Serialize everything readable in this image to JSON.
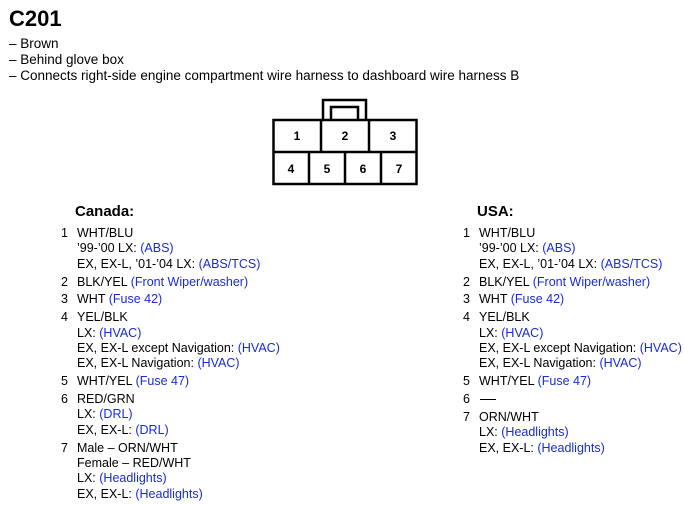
{
  "title": "C201",
  "description": [
    "– Brown",
    "– Behind glove box",
    "– Connects right-side engine compartment wire harness to dashboard wire harness B"
  ],
  "connector": {
    "top_row": [
      "1",
      "2",
      "3"
    ],
    "bottom_row": [
      "4",
      "5",
      "6",
      "7"
    ]
  },
  "columns": [
    {
      "heading": "Canada:",
      "entries": [
        {
          "pin": "1",
          "lines": [
            {
              "text": "WHT/BLU",
              "link": ""
            },
            {
              "text": "’99-’00 LX: ",
              "link": "(ABS)"
            },
            {
              "text": "EX, EX-L, ’01-’04 LX: ",
              "link": "(ABS/TCS)"
            }
          ]
        },
        {
          "pin": "2",
          "lines": [
            {
              "text": "BLK/YEL ",
              "link": "(Front Wiper/washer)"
            }
          ]
        },
        {
          "pin": "3",
          "lines": [
            {
              "text": "WHT ",
              "link": "(Fuse 42)"
            }
          ]
        },
        {
          "pin": "4",
          "lines": [
            {
              "text": "YEL/BLK",
              "link": ""
            },
            {
              "text": "LX: ",
              "link": "(HVAC)"
            },
            {
              "text": "EX, EX-L except Navigation: ",
              "link": "(HVAC)"
            },
            {
              "text": "EX, EX-L Navigation: ",
              "link": "(HVAC)"
            }
          ]
        },
        {
          "pin": "5",
          "lines": [
            {
              "text": "WHT/YEL ",
              "link": "(Fuse 47)"
            }
          ]
        },
        {
          "pin": "6",
          "lines": [
            {
              "text": "RED/GRN",
              "link": ""
            },
            {
              "text": "LX: ",
              "link": "(DRL)"
            },
            {
              "text": "EX, EX-L: ",
              "link": "(DRL)"
            }
          ]
        },
        {
          "pin": "7",
          "lines": [
            {
              "text": "Male – ORN/WHT",
              "link": ""
            },
            {
              "text": "Female – RED/WHT",
              "link": ""
            },
            {
              "text": "LX: ",
              "link": "(Headlights)"
            },
            {
              "text": "EX, EX-L: ",
              "link": "(Headlights)"
            }
          ]
        }
      ]
    },
    {
      "heading": "USA:",
      "entries": [
        {
          "pin": "1",
          "lines": [
            {
              "text": "WHT/BLU",
              "link": ""
            },
            {
              "text": "’99-’00 LX: ",
              "link": "(ABS)"
            },
            {
              "text": "EX, EX-L, ’01-’04 LX: ",
              "link": "(ABS/TCS)"
            }
          ]
        },
        {
          "pin": "2",
          "lines": [
            {
              "text": "BLK/YEL ",
              "link": "(Front Wiper/washer)"
            }
          ]
        },
        {
          "pin": "3",
          "lines": [
            {
              "text": "WHT ",
              "link": "(Fuse 42)"
            }
          ]
        },
        {
          "pin": "4",
          "lines": [
            {
              "text": "YEL/BLK",
              "link": ""
            },
            {
              "text": "LX: ",
              "link": "(HVAC)"
            },
            {
              "text": "EX, EX-L except Navigation: ",
              "link": "(HVAC)"
            },
            {
              "text": "EX, EX-L Navigation: ",
              "link": "(HVAC)"
            }
          ]
        },
        {
          "pin": "5",
          "lines": [
            {
              "text": "WHT/YEL ",
              "link": "(Fuse 47)"
            }
          ]
        },
        {
          "pin": "6",
          "empty": true,
          "lines": []
        },
        {
          "pin": "7",
          "lines": [
            {
              "text": "ORN/WHT",
              "link": ""
            },
            {
              "text": "LX: ",
              "link": "(Headlights)"
            },
            {
              "text": "EX, EX-L: ",
              "link": "(Headlights)"
            }
          ]
        }
      ]
    }
  ],
  "colors": {
    "link": "#1a2bd6",
    "text": "#000000",
    "background": "#ffffff"
  }
}
